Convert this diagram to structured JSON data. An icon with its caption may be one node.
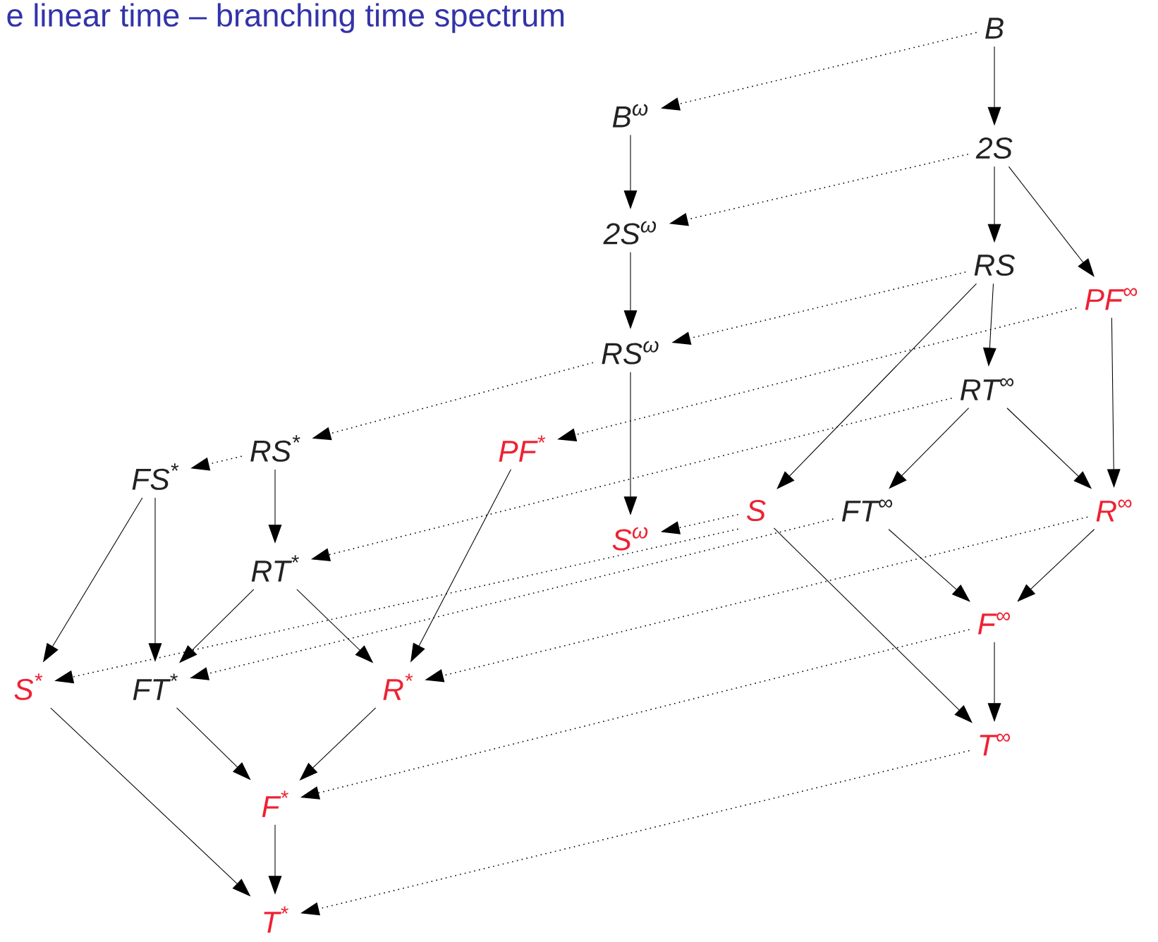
{
  "diagram": {
    "title": "e linear time – branching time spectrum",
    "nodes": [
      {
        "text": [
          "B"
        ]
      },
      {
        "text": [
          "2S"
        ]
      },
      {
        "text": [
          "RS"
        ]
      },
      {
        "text": [
          "PF$^{∞}$"
        ]
      },
      {
        "text": [
          "RT$^{∞}$"
        ]
      },
      {
        "text": [
          "S"
        ]
      },
      {
        "text": [
          "FT$^{∞}$"
        ]
      },
      {
        "text": [
          "R$^{∞}$"
        ]
      },
      {
        "text": [
          "F$^{∞}$"
        ]
      },
      {
        "text": [
          "T$^{∞}$"
        ]
      },
      {
        "text": [
          "B$^{ω}$"
        ]
      },
      {
        "text": [
          "2S$^{ω}$"
        ]
      },
      {
        "text": [
          "RS$^{ω}$"
        ]
      },
      {
        "text": [
          "S$^{ω}$"
        ]
      },
      {
        "text": [
          "RS$^{*}$"
        ]
      },
      {
        "text": [
          "FS$^{*}$"
        ]
      },
      {
        "text": [
          "PF$^{*}$"
        ]
      },
      {
        "text": [
          "RT$^{*}$"
        ]
      },
      {
        "text": [
          "S$^{*}$"
        ]
      },
      {
        "text": [
          "FT$^{*}$"
        ]
      },
      {
        "text": [
          "R$^{*}$"
        ]
      },
      {
        "text": [
          "F$^{*}$"
        ]
      },
      {
        "text": [
          "T$^{*}$"
        ]
      }
    ],
    "edges": [
      {
        "from": 0,
        "to": 1,
        "arrow": "to"
      },
      {
        "from": 1,
        "to": 2,
        "arrow": "to"
      },
      {
        "from": 1,
        "to": 3,
        "arrow": "to"
      },
      {
        "from": 2,
        "to": 4,
        "arrow": "to"
      },
      {
        "from": 2,
        "to": 5,
        "arrow": "to"
      },
      {
        "from": 3,
        "to": 7,
        "arrow": "to"
      },
      {
        "from": 4,
        "to": 6,
        "arrow": "to"
      },
      {
        "from": 4,
        "to": 7,
        "arrow": "to"
      },
      {
        "from": 6,
        "to": 8,
        "arrow": "to"
      },
      {
        "from": 7,
        "to": 8,
        "arrow": "to"
      },
      {
        "from": 8,
        "to": 9,
        "arrow": "to"
      },
      {
        "from": 5,
        "to": 9,
        "arrow": "to"
      },
      {
        "from": 10,
        "to": 11,
        "arrow": "to"
      },
      {
        "from": 11,
        "to": 12,
        "arrow": "to"
      },
      {
        "from": 12,
        "to": 13,
        "arrow": "to"
      },
      {
        "from": 14,
        "to": 17,
        "arrow": "to"
      },
      {
        "from": 15,
        "to": 18,
        "arrow": "to"
      },
      {
        "from": 15,
        "to": 19,
        "arrow": "to"
      },
      {
        "from": 17,
        "to": 19,
        "arrow": "to"
      },
      {
        "from": 17,
        "to": 20,
        "arrow": "to"
      },
      {
        "from": 16,
        "to": 20,
        "arrow": "to"
      },
      {
        "from": 18,
        "to": 22,
        "arrow": "to"
      },
      {
        "from": 19,
        "to": 21,
        "arrow": "to"
      },
      {
        "from": 20,
        "to": 21,
        "arrow": "to"
      },
      {
        "from": 21,
        "to": 22,
        "arrow": "to"
      },
      {
        "from": 0,
        "to": 10,
        "arrow": "to",
        "style": "dashed"
      },
      {
        "from": 1,
        "to": 11,
        "arrow": "to",
        "style": "dashed"
      },
      {
        "from": 2,
        "to": 12,
        "arrow": "to",
        "style": "dashed"
      },
      {
        "from": 12,
        "to": 14,
        "arrow": "to",
        "style": "dashed"
      },
      {
        "from": 14,
        "to": 15,
        "arrow": "to",
        "style": "dashed"
      },
      {
        "from": 3,
        "to": 16,
        "arrow": "to",
        "style": "dashed"
      },
      {
        "from": 4,
        "to": 17,
        "arrow": "to",
        "style": "dashed"
      },
      {
        "from": 5,
        "to": 13,
        "arrow": "to",
        "style": "dashed"
      },
      {
        "from": 5,
        "to": 18,
        "arrow": "to",
        "style": "dashed"
      },
      {
        "from": 6,
        "to": 19,
        "arrow": "to",
        "style": "dashed"
      },
      {
        "from": 7,
        "to": 20,
        "arrow": "to",
        "style": "dashed"
      },
      {
        "from": 8,
        "to": 21,
        "arrow": "to",
        "style": "dashed"
      },
      {
        "from": 9,
        "to": 22,
        "arrow": "to",
        "style": "dashed"
      }
    ]
  }
}
